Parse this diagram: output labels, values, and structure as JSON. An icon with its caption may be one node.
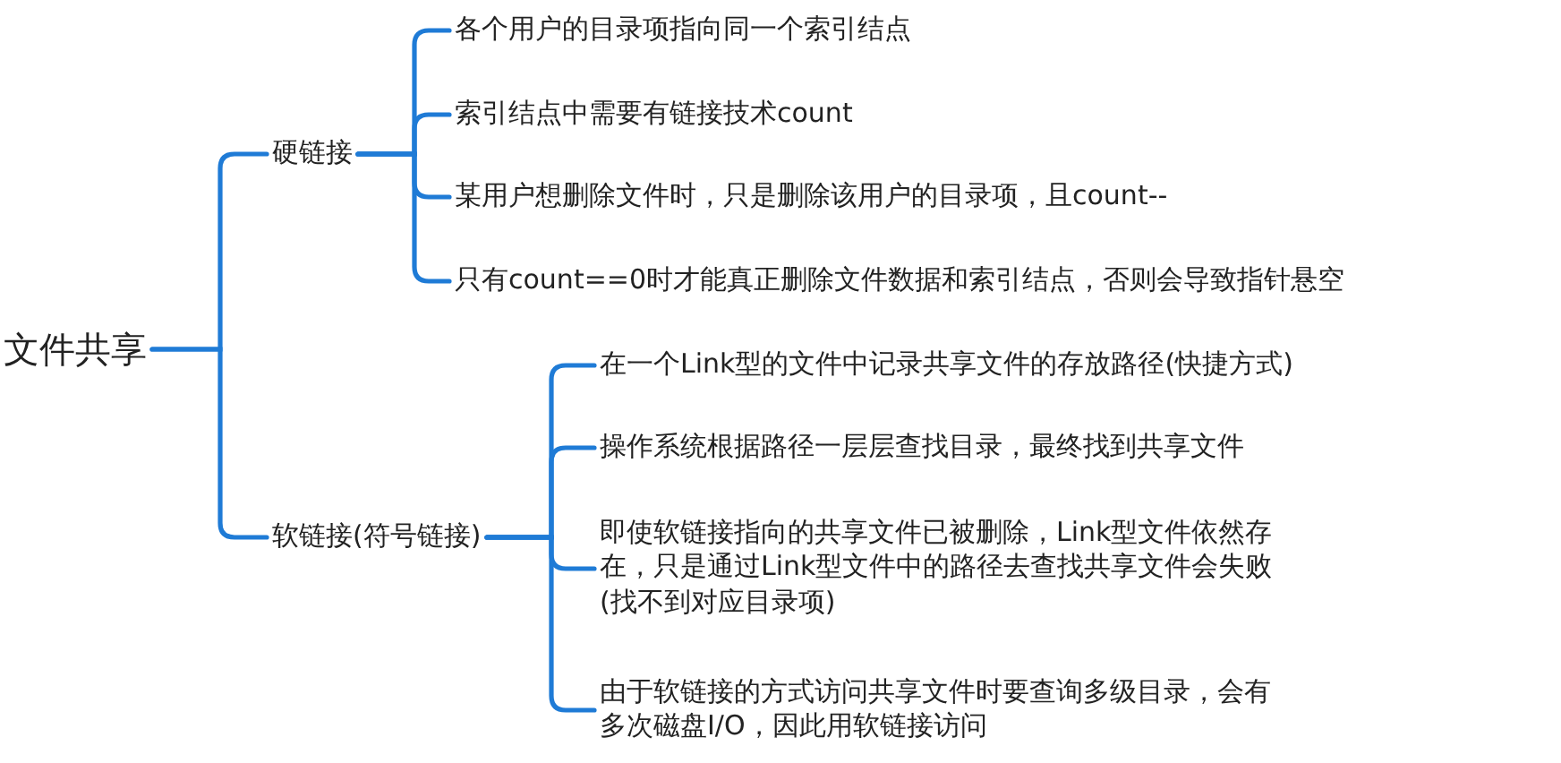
{
  "diagram": {
    "nodes": [
      {
        "text": [
          "文件共享"
        ]
      },
      {
        "text": [
          "硬链接"
        ]
      },
      {
        "text": [
          "各个用户的目录项指向同一个索引结点"
        ]
      },
      {
        "text": [
          "索引结点中需要有链接技术count"
        ]
      },
      {
        "text": [
          "某用户想删除文件时，只是删除该用户的目录项，且count--"
        ]
      },
      {
        "text": [
          "只有count==0时才能真正删除文件数据和索引结点，否则会导致指针悬空"
        ]
      },
      {
        "text": [
          "软链接(符号链接)"
        ]
      },
      {
        "text": [
          "在一个Link型的文件中记录共享文件的存放路径(快捷方式)"
        ]
      },
      {
        "text": [
          "操作系统根据路径一层层查找目录，最终找到共享文件"
        ]
      },
      {
        "text": [
          "即使软链接指向的共享文件已被删除，Link型文件依然存在，只是通过Link型文件中的路径去查找共享文件会失败(找不到对应目录项)"
        ]
      },
      {
        "text": [
          "由于软链接的方式访问共享文件时要查询多级目录，会有多次磁盘I/O，因此用软链接访问"
        ]
      }
    ],
    "edges": [
      {
        "from": 0,
        "to": 1,
        "arrow": "none"
      },
      {
        "from": 0,
        "to": 6,
        "arrow": "none"
      },
      {
        "from": 1,
        "to": 2,
        "arrow": "none"
      },
      {
        "from": 1,
        "to": 3,
        "arrow": "none"
      },
      {
        "from": 1,
        "to": 4,
        "arrow": "none"
      },
      {
        "from": 1,
        "to": 5,
        "arrow": "none"
      },
      {
        "from": 6,
        "to": 7,
        "arrow": "none"
      },
      {
        "from": 6,
        "to": 8,
        "arrow": "none"
      },
      {
        "from": 6,
        "to": 9,
        "arrow": "none"
      },
      {
        "from": 6,
        "to": 10,
        "arrow": "none"
      }
    ]
  }
}
